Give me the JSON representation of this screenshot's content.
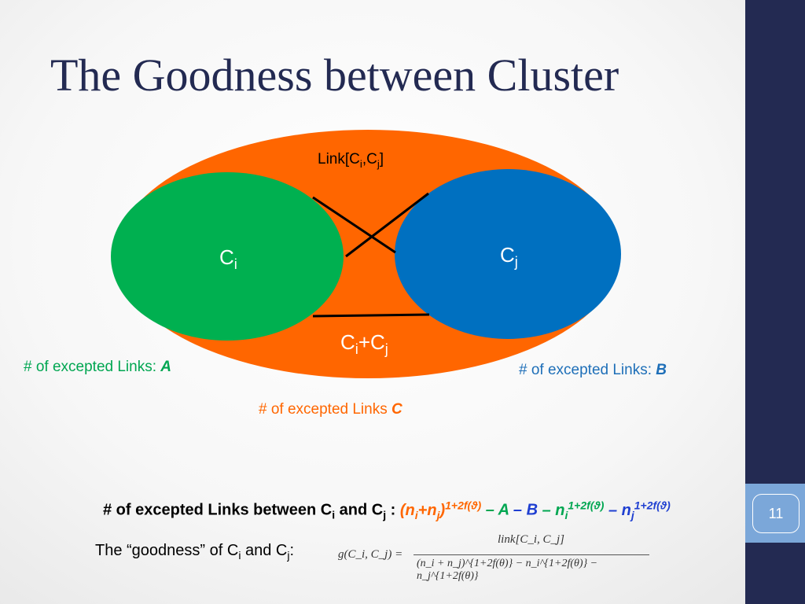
{
  "slide": {
    "title": "The Goodness between Cluster",
    "page_number": "11"
  },
  "diagram": {
    "link_label_prefix": "Link[C",
    "link_label_sub_i": "i",
    "link_label_comma": ",C",
    "link_label_sub_j": "j",
    "link_label_suffix": "]",
    "ci_label": "C",
    "ci_sub": "i",
    "cj_label": "C",
    "cj_sub": "j",
    "cij_label_c1": "C",
    "cij_sub_i": "i",
    "cij_plus": "+C",
    "cij_sub_j": "j",
    "expected_a_text": "# of excepted Links: ",
    "expected_a_var": "A",
    "expected_b_text": "# of excepted Links: ",
    "expected_b_var": "B",
    "expected_c_text": "# of excepted Links ",
    "expected_c_var": "C",
    "colors": {
      "outer": "#ff6600",
      "cluster_i": "#00b050",
      "cluster_j": "#0070c0",
      "lines": "#000000"
    }
  },
  "formula": {
    "between_prefix": "# of excepted Links between C",
    "between_sub_i": "i",
    "between_and": " and C",
    "between_sub_j": "j",
    "between_colon": " : ",
    "expr_c": "(n",
    "expr_ni_sub": "i",
    "expr_plus": "+n",
    "expr_nj_sub": "j",
    "expr_close": ")",
    "expr_exp": "1+2f(ϑ)",
    "expr_minus_a": " – A",
    "expr_minus_b": " – B",
    "expr_minus_ni": " – n",
    "expr_ni2_sub": "i",
    "expr_ni2_exp": "1+2f(ϑ)",
    "expr_minus_nj": " – n",
    "expr_nj2_sub": "j",
    "expr_nj2_exp": "1+2f(ϑ)",
    "goodness_prefix": "The “goodness” of C",
    "goodness_sub_i": "i",
    "goodness_and": " and C",
    "goodness_sub_j": "j",
    "goodness_colon": ":",
    "g_lhs": "g(C_i, C_j) =",
    "g_numerator": "link[C_i, C_j]",
    "g_denominator": "(n_i + n_j)^{1+2f(θ)} − n_i^{1+2f(θ)} − n_j^{1+2f(θ)}"
  }
}
